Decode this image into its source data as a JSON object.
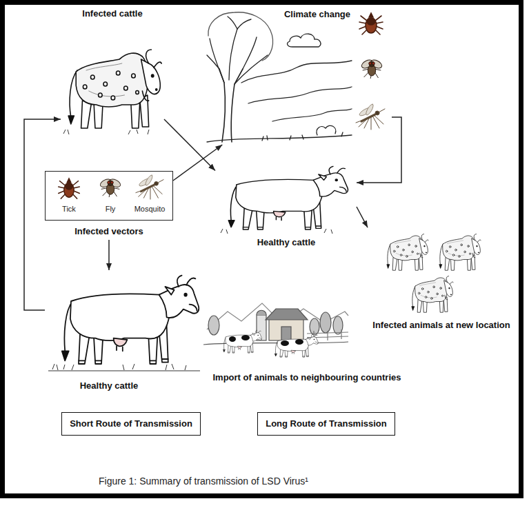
{
  "diagram": {
    "caption": "Figure 1: Summary of transmission of LSD Virus¹",
    "nodes": [
      {
        "text": [
          "Infected cattle"
        ]
      },
      {
        "text": [
          "Climate change"
        ]
      },
      {
        "text": [
          "Tick",
          "Fly",
          "Mosquito",
          "Infected vectors"
        ]
      },
      {
        "text": [
          "Healthy cattle"
        ]
      },
      {
        "text": [
          "Infected animals at new location"
        ]
      },
      {
        "text": [
          "Healthy cattle"
        ]
      },
      {
        "text": [
          "Import of animals to neighbouring countries"
        ]
      },
      {
        "text": [
          "Short Route of Transmission"
        ]
      },
      {
        "text": [
          "Long Route of Transmission"
        ]
      }
    ],
    "edges": [
      {
        "from": 0,
        "to": 3,
        "arrow": "to"
      },
      {
        "from": 2,
        "to": 1,
        "arrow": "to"
      },
      {
        "from": 1,
        "to": 3,
        "arrow": "to"
      },
      {
        "from": 3,
        "to": 4,
        "arrow": "to"
      },
      {
        "from": 2,
        "to": 5,
        "arrow": "to"
      },
      {
        "from": 5,
        "to": 0,
        "arrow": "to"
      }
    ]
  }
}
